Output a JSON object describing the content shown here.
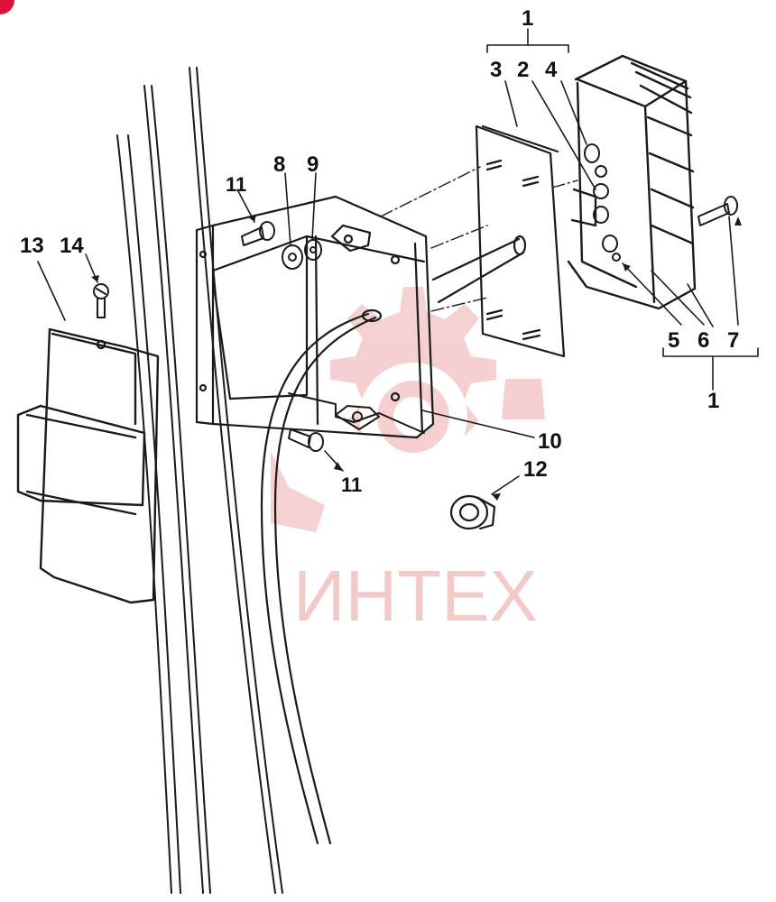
{
  "diagram": {
    "callouts": {
      "c1_top": "1",
      "c3": "3",
      "c2": "2",
      "c4": "4",
      "c8": "8",
      "c9": "9",
      "c11_top": "11",
      "c13": "13",
      "c14": "14",
      "c10": "10",
      "c11_bottom": "11",
      "c12": "12",
      "c5": "5",
      "c6": "6",
      "c7": "7",
      "c1_bottom": "1"
    },
    "watermark": {
      "text": "ИНТЕХ",
      "color": "#e8a0a0"
    },
    "colors": {
      "line": "#1a1a1a",
      "corner_mark": "#e0103a"
    }
  }
}
